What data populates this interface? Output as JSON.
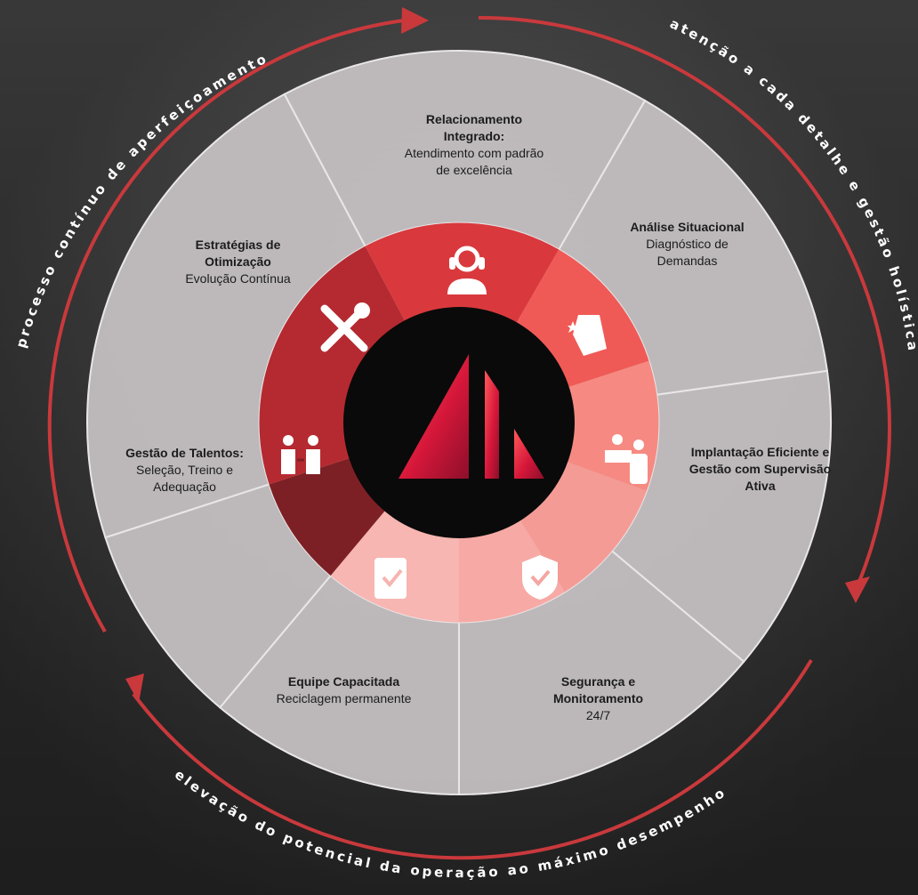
{
  "outer_labels": {
    "top_left": "processo contínuo de aperfeiçoamento",
    "right": "atenção a cada detalhe e gestão holística",
    "bottom": "elevação do potencial da operação ao máximo desempenho"
  },
  "segments": [
    {
      "title": "Relacionamento Integrado:",
      "desc": "Atendimento com padrão de excelência",
      "icon": "headset-icon"
    },
    {
      "title": "Análise Situacional",
      "desc": "Diagnóstico de Demandas",
      "icon": "cleaning-hand-icon"
    },
    {
      "title": "Implantação Eficiente e Gestão com Supervisão Ativa",
      "desc": "",
      "icon": "reception-desk-icon"
    },
    {
      "title": "Segurança e Monitoramento",
      "desc": "24/7",
      "icon": "shield-check-icon"
    },
    {
      "title": "Equipe Capacitada",
      "desc": "Reciclagem permanente",
      "icon": "checklist-book-icon"
    },
    {
      "title": "Gestão de Talentos:",
      "desc": "Seleção, Treino e Adequação",
      "icon": "people-exchange-icon"
    },
    {
      "title": "Estratégias de Otimização",
      "desc": "Evolução Contínua",
      "icon": "tools-icon"
    }
  ],
  "colors": {
    "accent": "#d93a3f",
    "arrow": "#c9393c",
    "outer_ring": "#c7c3c5",
    "center": "#0a0a0a",
    "inner_segments": [
      "#d9393d",
      "#f05a56",
      "#f68a82",
      "#f5a4a0",
      "#f7b8b4",
      "#7d2025",
      "#b52a30"
    ]
  },
  "center_logo": "triangle-logo-icon"
}
